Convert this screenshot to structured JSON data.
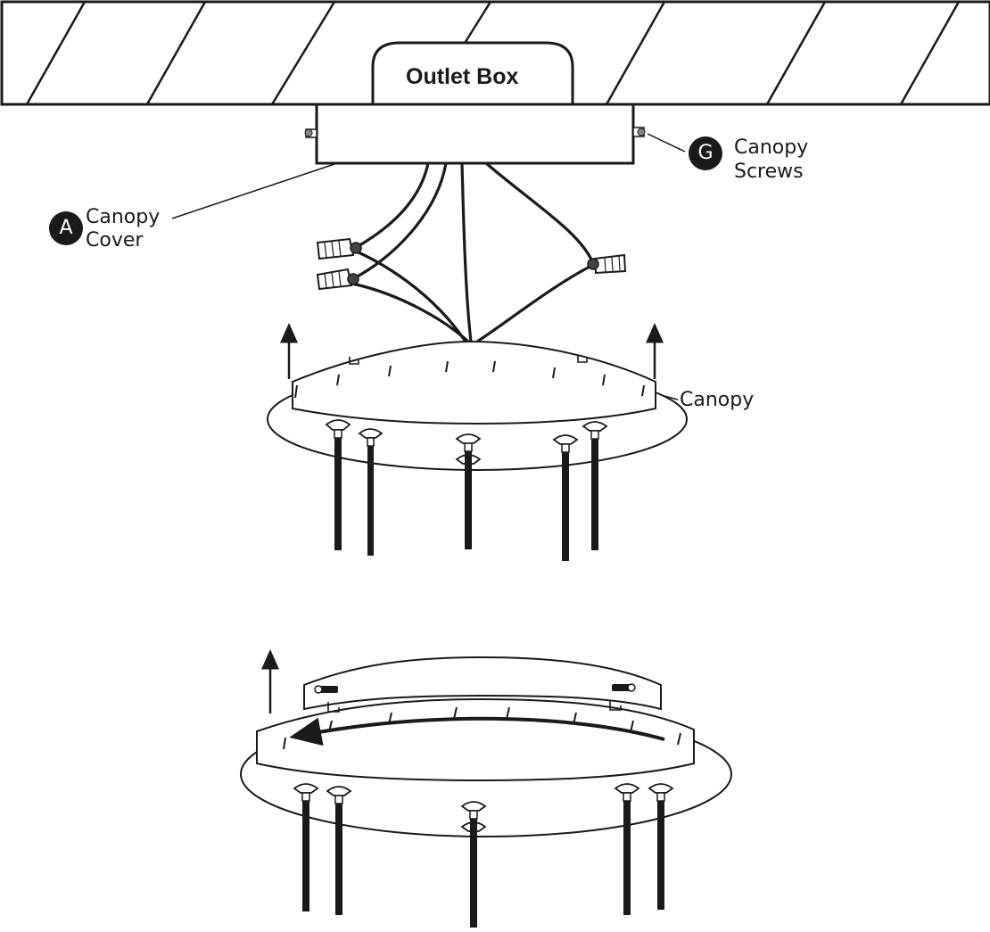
{
  "labels": {
    "outlet_box": "Outlet Box",
    "canopy_cover_letter": "A",
    "canopy_cover_line1": "Canopy",
    "canopy_cover_line2": "Cover",
    "canopy_screws_letter": "G",
    "canopy_screws_line1": "Canopy",
    "canopy_screws_line2": "Screws",
    "canopy": "Canopy"
  },
  "colors": {
    "ink": "#1a1a1a",
    "paper": "#ffffff"
  }
}
